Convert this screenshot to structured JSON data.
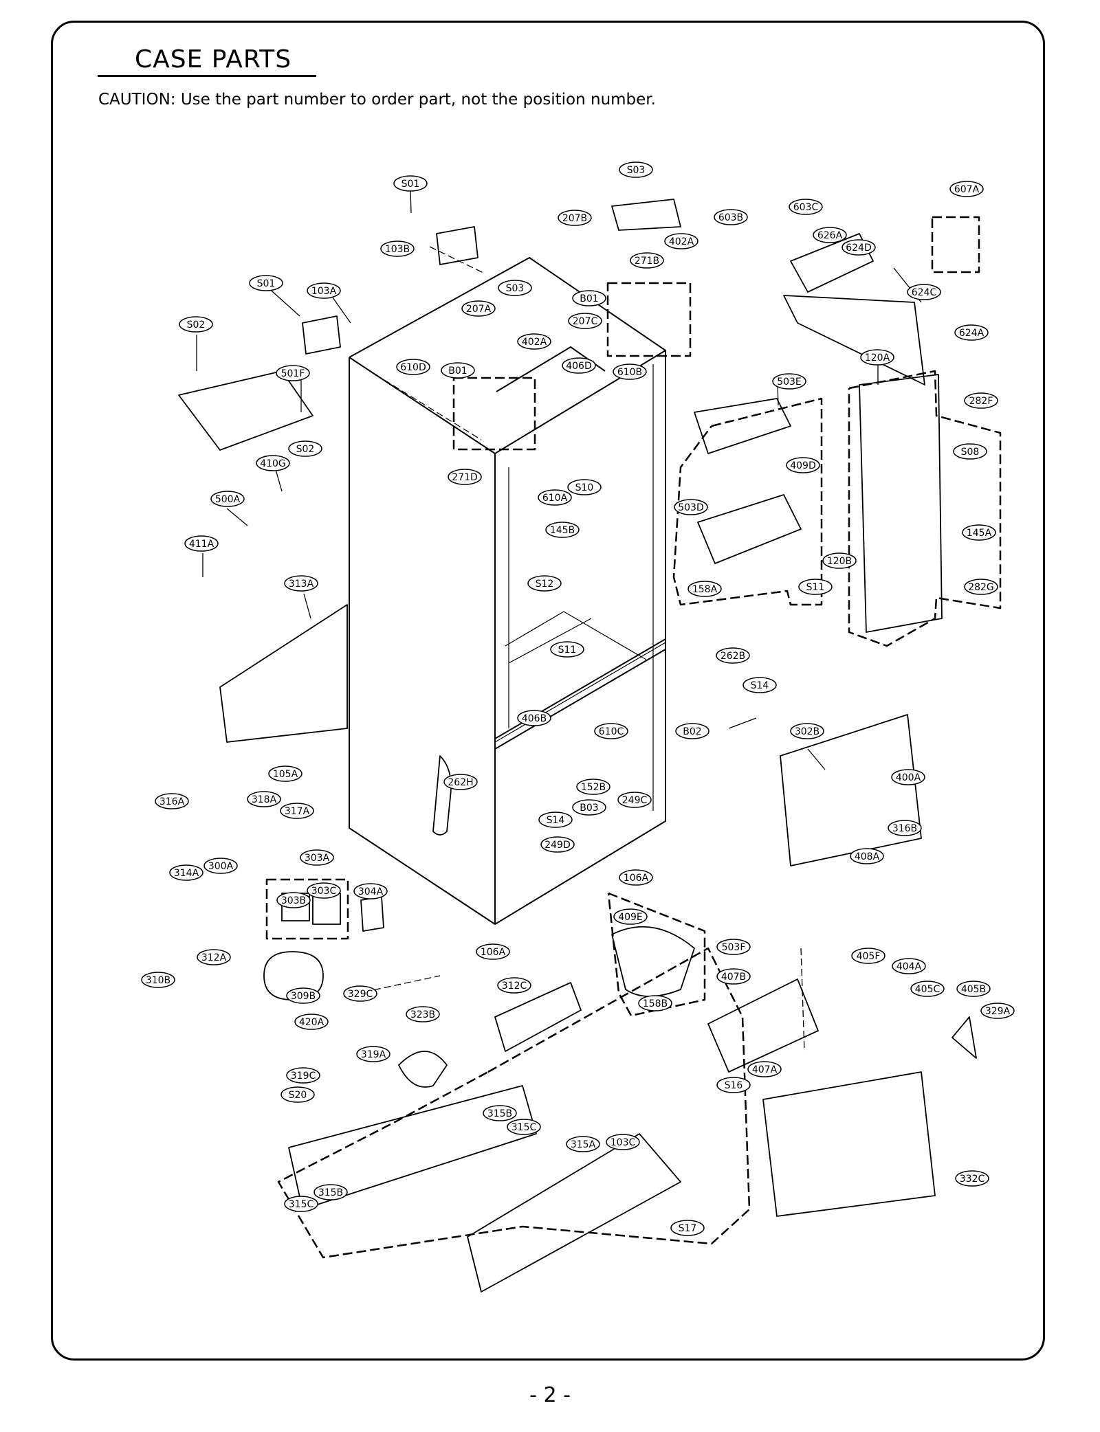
{
  "header": {
    "title": "CASE PARTS",
    "caution": "CAUTION: Use the part number to order part, not the position number."
  },
  "footer": {
    "page_number": "- 2 -"
  },
  "callouts": [
    "S01",
    "S03",
    "207B",
    "402A",
    "103B",
    "603B",
    "603C",
    "607A",
    "626A",
    "624D",
    "271B",
    "S01",
    "103A",
    "S03",
    "207A",
    "B01",
    "207C",
    "624C",
    "S02",
    "402A",
    "624A",
    "610D",
    "B01",
    "406D",
    "610B",
    "120A",
    "501F",
    "503E",
    "282F",
    "S02",
    "410G",
    "409D",
    "S08",
    "271D",
    "610A",
    "S10",
    "500A",
    "503D",
    "145A",
    "145B",
    "411A",
    "120B",
    "313A",
    "S12",
    "158A",
    "S11",
    "282G",
    "S11",
    "262B",
    "S14",
    "406B",
    "B02",
    "610C",
    "302B",
    "105A",
    "262H",
    "152B",
    "400A",
    "249C",
    "316A",
    "318A",
    "317A",
    "B03",
    "S14",
    "316B",
    "249D",
    "303A",
    "408A",
    "300A",
    "314A",
    "303C",
    "304A",
    "106A",
    "303B",
    "409E",
    "503F",
    "106A",
    "405F",
    "312A",
    "404A",
    "310B",
    "407B",
    "405C",
    "405B",
    "312C",
    "309B",
    "329C",
    "158B",
    "329A",
    "420A",
    "323B",
    "407A",
    "319A",
    "319C",
    "S16",
    "S20",
    "315B",
    "315C",
    "315A",
    "103C",
    "332C",
    "315B",
    "315C",
    "S17"
  ]
}
